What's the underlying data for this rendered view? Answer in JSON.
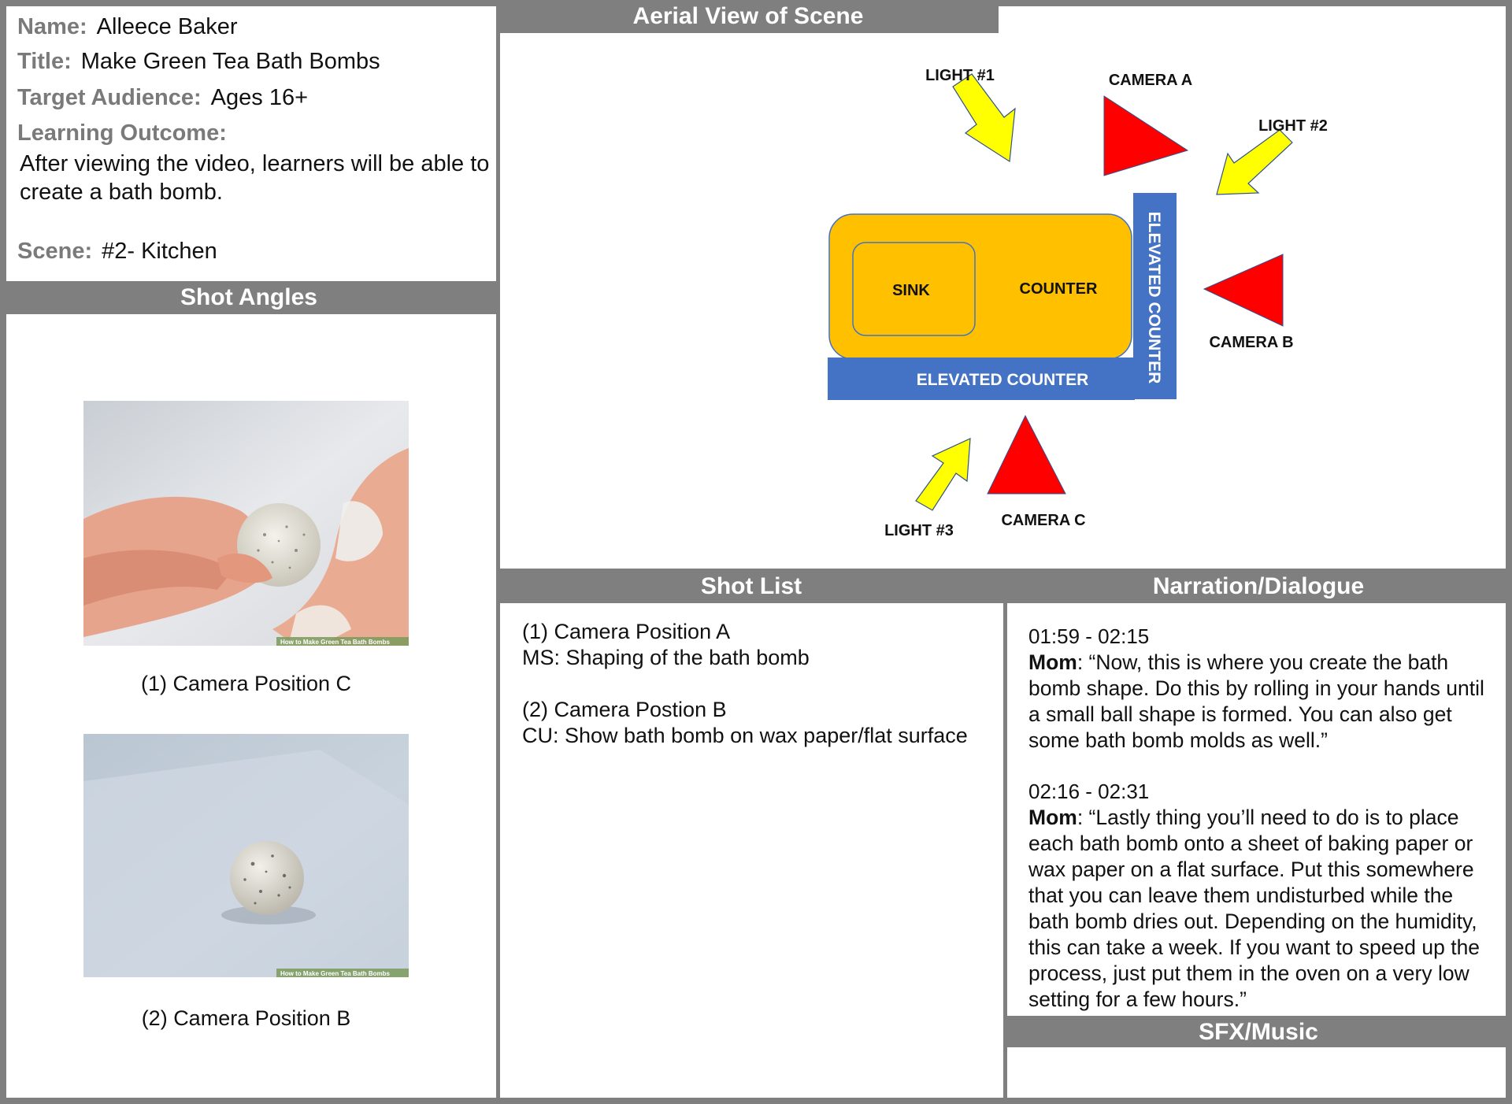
{
  "info": {
    "name_label": "Name:",
    "name_value": "Alleece Baker",
    "title_label": "Title:",
    "title_value": "Make Green Tea Bath Bombs",
    "audience_label": "Target Audience:",
    "audience_value": "Ages 16+",
    "outcome_label": "Learning Outcome:",
    "outcome_value": "After viewing the video, learners will be able to create a bath bomb.",
    "scene_label": "Scene:",
    "scene_value": "#2- Kitchen"
  },
  "headers": {
    "aerial": "Aerial View of Scene",
    "shot_angles": "Shot Angles",
    "shot_list": "Shot List",
    "narration": "Narration/Dialogue",
    "sfx": "SFX/Music"
  },
  "shot_angles": {
    "photo1_caption": "(1) Camera Position C",
    "photo2_caption": "(2) Camera Position B",
    "watermark": "How to Make Green Tea Bath Bombs"
  },
  "diagram": {
    "light1": "LIGHT #1",
    "light2": "LIGHT #2",
    "light3": "LIGHT #3",
    "camera_a": "CAMERA A",
    "camera_b": "CAMERA B",
    "camera_c": "CAMERA C",
    "sink": "SINK",
    "counter": "COUNTER",
    "elevated_counter_h": "ELEVATED COUNTER",
    "elevated_counter_v": "ELEVATED COUNTER",
    "colors": {
      "counter": "#ffc000",
      "elevated": "#4472c4",
      "camera": "#ff0000",
      "light": "#ffff00"
    }
  },
  "shot_list": {
    "item1_line1": "(1) Camera Position A",
    "item1_line2": "MS: Shaping of the bath bomb",
    "item2_line1": "(2) Camera Postion B",
    "item2_line2": "CU: Show bath bomb on wax paper/flat surface"
  },
  "narration": {
    "block1_time": "01:59 - 02:15",
    "block1_speaker": "Mom",
    "block1_text": ": “Now, this is where you create the bath bomb shape. Do this by rolling in your hands until a small ball shape is formed. You can also get some bath bomb molds as well.”",
    "block2_time": "02:16 - 02:31",
    "block2_speaker": "Mom",
    "block2_text": ": “Lastly thing you’ll need to do is to place each bath bomb onto a sheet of baking paper or wax paper on a flat surface. Put this somewhere that you can leave them undisturbed while the bath bomb dries out. Depending on the humidity, this can take a week. If you want to speed up the process, just put them in the oven on a very low setting for a few hours.”"
  }
}
